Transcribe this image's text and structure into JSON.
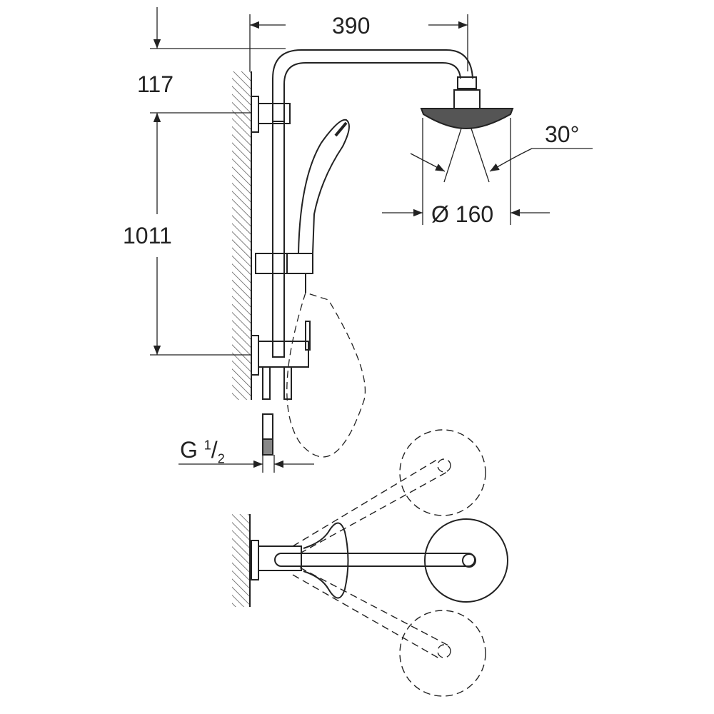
{
  "dimensions": {
    "width": "390",
    "top_offset": "117",
    "rail_length": "1011",
    "spray_angle": "30°",
    "head_diameter": "Ø 160",
    "connection_prefix": "G",
    "connection_num": "1",
    "connection_den": "2"
  },
  "colors": {
    "line": "#222222",
    "background": "#ffffff"
  }
}
